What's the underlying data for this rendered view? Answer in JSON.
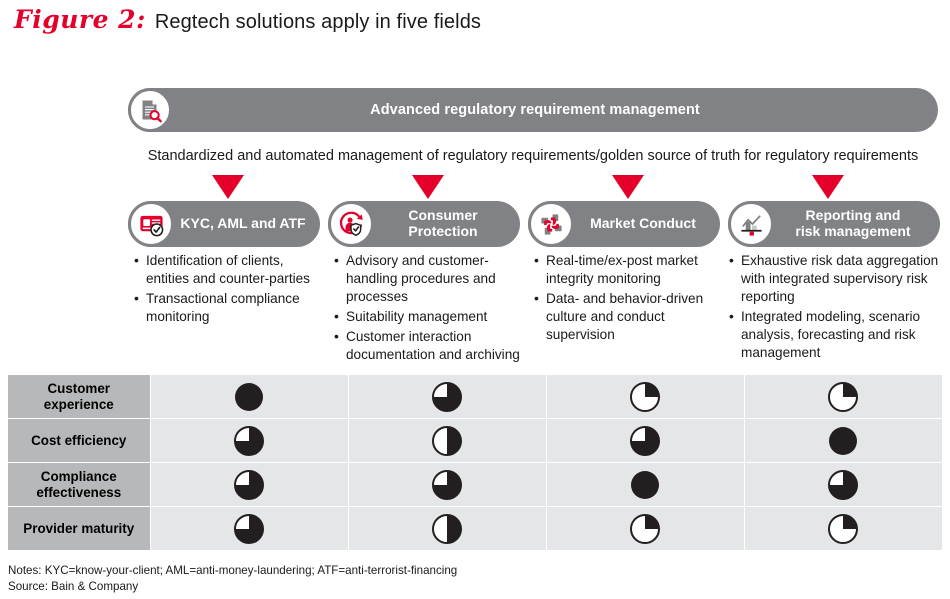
{
  "figure": {
    "label": "Figure 2:",
    "title": "Regtech solutions apply in five fields",
    "label_color": "#e4002b"
  },
  "banner": {
    "text": "Advanced regulatory requirement management",
    "icon": "document-search-icon",
    "bg_color": "#808285"
  },
  "subtitle": "Standardized and automated management of regulatory requirements/golden source of truth for regulatory requirements",
  "arrow_color": "#e4002b",
  "columns": [
    {
      "pill_label": "KYC, AML and ATF",
      "icon": "id-card-check-icon",
      "bullets": [
        "Identification of clients, entities and counter-parties",
        "Transactional compliance monitoring"
      ]
    },
    {
      "pill_label": "Consumer Protection",
      "icon": "person-shield-icon",
      "bullets": [
        "Advisory and customer-handling procedures and processes",
        "Suitability management",
        "Customer interaction documentation and archiving"
      ]
    },
    {
      "pill_label": "Market Conduct",
      "icon": "handshake-hands-icon",
      "bullets": [
        "Real-time/ex-post market integrity monitoring",
        "Data- and behavior-driven culture and conduct supervision"
      ]
    },
    {
      "pill_label": "Reporting and\nrisk management",
      "icon": "bar-chart-line-icon",
      "bullets": [
        "Exhaustive risk data aggregation with integrated supervisory  risk reporting",
        "Integrated modeling, scenario analysis, forecasting and risk management"
      ]
    }
  ],
  "matrix": {
    "row_label_bg": "#b6b8ba",
    "cell_bg": "#e4e6e7",
    "fill_color": "#231f20",
    "rows": [
      {
        "label": "Customer\nexperience",
        "values": [
          100,
          75,
          25,
          25
        ]
      },
      {
        "label": "Cost efficiency",
        "values": [
          75,
          50,
          75,
          100
        ]
      },
      {
        "label": "Compliance\neffectiveness",
        "values": [
          75,
          75,
          100,
          75
        ]
      },
      {
        "label": "Provider maturity",
        "values": [
          75,
          50,
          25,
          25
        ]
      }
    ]
  },
  "footer": {
    "notes": "Notes: KYC=know-your-client; AML=anti-money-laundering; ATF=anti-terrorist-financing",
    "source": "Source: Bain & Company"
  }
}
